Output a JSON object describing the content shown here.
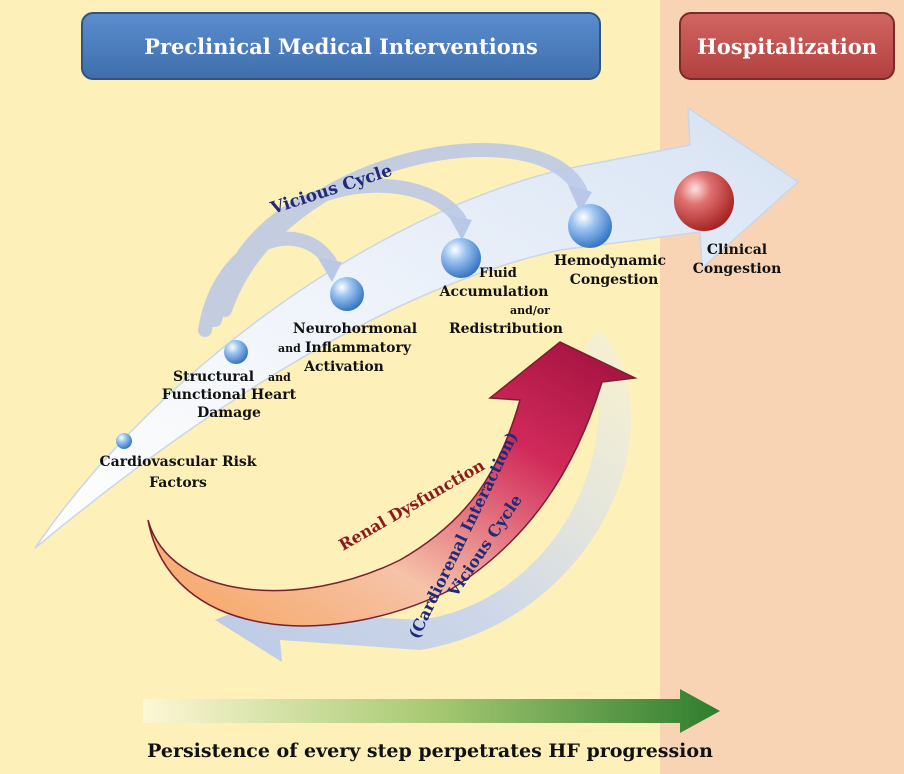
{
  "header": {
    "preclinical_label": "Preclinical Medical Interventions",
    "hospitalization_label": "Hospitalization"
  },
  "labels": {
    "vicious_cycle_top": "Vicious Cycle",
    "cv_risk_line1": "Cardiovascular Risk",
    "cv_risk_line2": "Factors",
    "structural_line1_a": "Structural",
    "structural_line1_b": "and",
    "structural_line2": "Functional Heart",
    "structural_line3": "Damage",
    "neuro_line1": "Neurohormonal",
    "neuro_line2_a": "and",
    "neuro_line2_b": "Inflammatory",
    "neuro_line3": "Activation",
    "fluid_line1": "Fluid",
    "fluid_line2": "Accumulation",
    "fluid_line3": "and/or",
    "fluid_line4": "Redistribution",
    "hemo_line1": "Hemodynamic",
    "hemo_line2": "Congestion",
    "clinical_line1": "Clinical",
    "clinical_line2": "Congestion",
    "renal": "Renal Dysfunction",
    "cardiorenal_line1": "Vicious Cycle",
    "cardiorenal_line2": "(Cardiorenal Interaction)",
    "bottom_caption": "Persistence of every step perpetrates HF progression"
  },
  "colors": {
    "preclinical_bg": "#fdf0b8",
    "hospital_bg": "#f9d4b4",
    "preclinical_button": "#4f81bd",
    "hospital_button": "#c0504d",
    "navy_text": "#1f2a78",
    "renal_text": "#8b1a1a",
    "progress_arrow": "#2e7d2e"
  }
}
